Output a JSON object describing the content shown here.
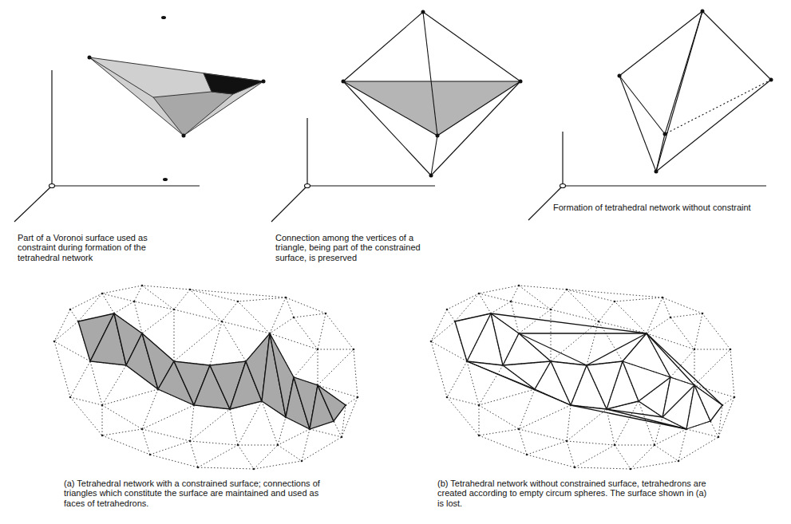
{
  "diagram": {
    "labels": [
      "Part of a Voronoi surface used as constraint during formation of the tetrahedral network",
      "Connection among the vertices of a triangle, being part of the constrained surface, is preserved",
      "Formation of tetrahedral network without constraint",
      "(a) Tetrahedral network with a constrained surface; connections of triangles which constitute the surface are maintained and used as faces of tetrahedrons.",
      "(b) Tetrahedral network without constrained surface, tetrahedrons are created according to empty circum spheres. The surface shown in (a) is lost."
    ]
  }
}
